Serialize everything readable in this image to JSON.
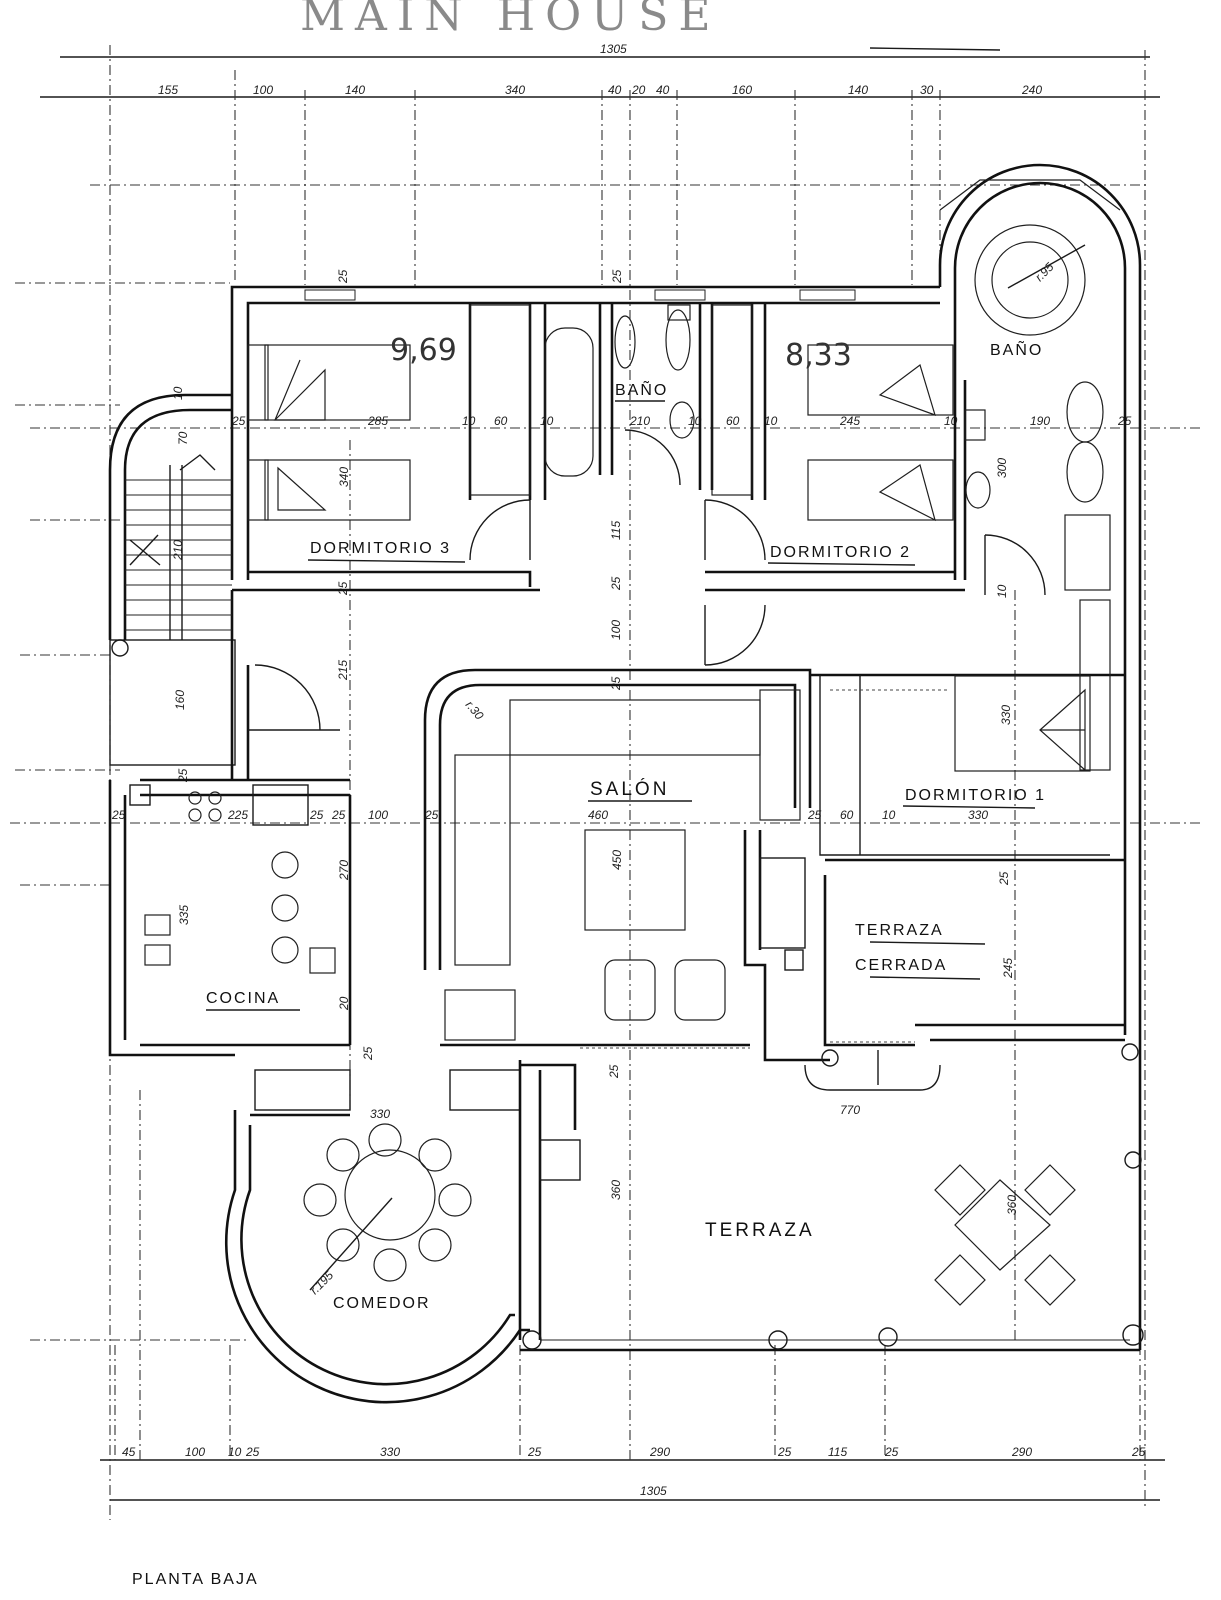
{
  "title": "MAIN HOUSE",
  "caption": "PLANTA BAJA",
  "rooms": {
    "dorm3": "DORMITORIO 3",
    "dorm2": "DORMITORIO 2",
    "dorm1": "DORMITORIO 1",
    "bano_center": "BAÑO",
    "bano_right": "BAÑO",
    "salon": "SALÓN",
    "terraza_cerrada_1": "TERRAZA",
    "terraza_cerrada_2": "CERRADA",
    "cocina": "COCINA",
    "comedor": "COMEDOR",
    "terraza": "TERRAZA"
  },
  "handwritten": {
    "area_dorm3": "9,69",
    "area_dorm2": "8,33"
  },
  "dimensions": {
    "top_total": "1305",
    "bottom_total": "1305",
    "top": [
      "155",
      "100",
      "140",
      "340",
      "40",
      "20",
      "40",
      "160",
      "140",
      "30",
      "240"
    ],
    "bottom": [
      "45",
      "100",
      "10",
      "25",
      "330",
      "25",
      "290",
      "25",
      "115",
      "25",
      "290",
      "25"
    ],
    "row1": [
      "25",
      "285",
      "10",
      "60",
      "10",
      "210",
      "10",
      "60",
      "10",
      "245",
      "10",
      "190",
      "25"
    ],
    "row2": [
      "25",
      "225",
      "25",
      "25",
      "100",
      "25",
      "460",
      "25",
      "60",
      "10",
      "330"
    ],
    "vertical": [
      "25",
      "340",
      "115",
      "25",
      "25",
      "100",
      "215",
      "25",
      "330",
      "25",
      "245",
      "25",
      "335",
      "270",
      "20",
      "25",
      "25",
      "360",
      "360",
      "70",
      "210",
      "160",
      "10",
      "300",
      "10",
      "25",
      "450"
    ],
    "misc": [
      "770",
      "330",
      "r.95",
      "r.30",
      "r.195"
    ]
  }
}
